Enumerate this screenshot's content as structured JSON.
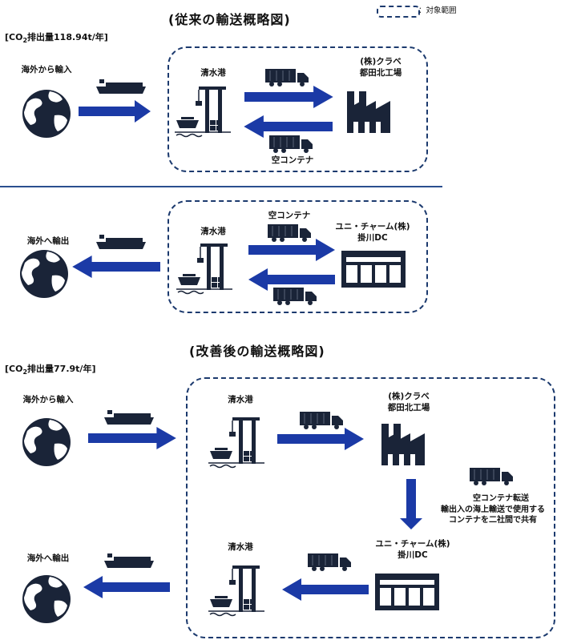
{
  "legend": {
    "label": "：対象範囲"
  },
  "before": {
    "title": "(従来の輸送概略図)",
    "co2_prefix": "[CO",
    "co2_sub": "2",
    "co2_rest": "排出量118.94t/年]",
    "import": {
      "origin_label": "海外から輸入",
      "port_label": "清水港",
      "factory_label": "(株)クラベ\n都田北工場",
      "return_label": "空コンテナ"
    },
    "export": {
      "dest_label": "海外へ輸出",
      "port_label": "清水港",
      "dc_label": "ユニ・チャーム(株)\n掛川DC",
      "outbound_label": "空コンテナ"
    }
  },
  "after": {
    "title": "(改善後の輸送概略図)",
    "co2_prefix": "[CO",
    "co2_sub": "2",
    "co2_rest": "排出量77.9t/年]",
    "origin_label": "海外から輸入",
    "port_in_label": "清水港",
    "factory_label": "(株)クラベ\n都田北工場",
    "transfer_title": "空コンテナ転送",
    "transfer_desc": "輸出入の海上輸送で使用する\nコンテナを二社間で共有",
    "dc_label": "ユニ・チャーム(株)\n掛川DC",
    "port_out_label": "清水港",
    "dest_label": "海外へ輸出"
  },
  "colors": {
    "arrow": "#1b3aa6",
    "icon": "#1a2438",
    "scope_border": "#1c3a6e"
  }
}
